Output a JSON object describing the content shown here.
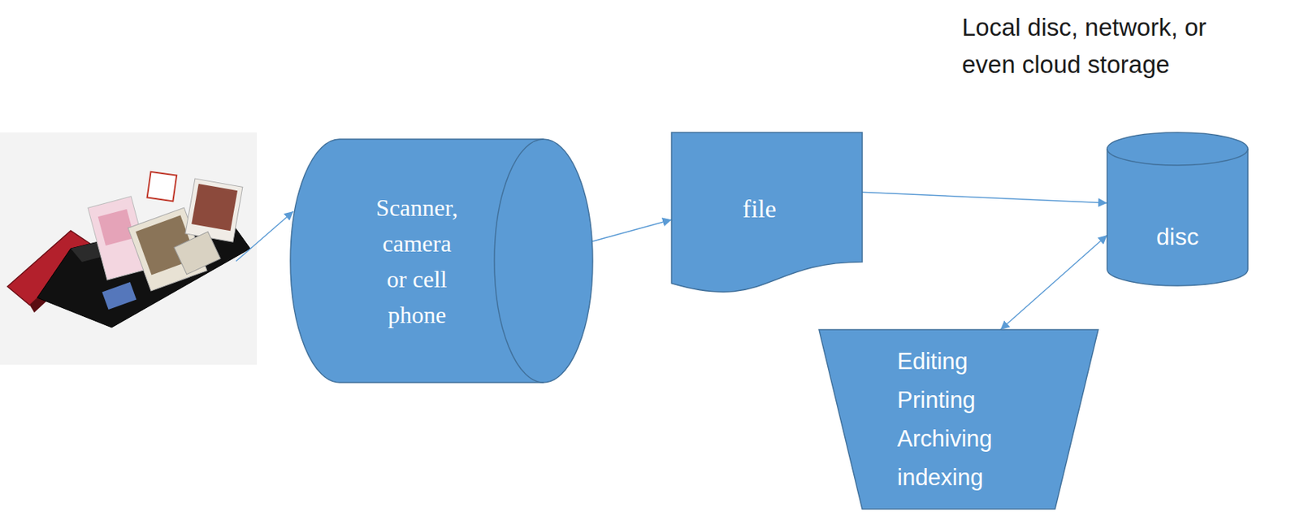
{
  "diagram": {
    "nodes": [
      {
        "text": [
          "Scanner, camera or cell phone"
        ]
      },
      {
        "text": [
          "file"
        ]
      },
      {
        "text": [
          "disc"
        ]
      },
      {
        "text": [
          "Editing Printing Archiving indexing"
        ]
      }
    ],
    "edges": [
      {
        "from": 0,
        "to": 1,
        "arrow": "to"
      },
      {
        "from": 1,
        "to": 2,
        "arrow": "to"
      },
      {
        "from": 3,
        "to": 2,
        "arrow": "both"
      }
    ],
    "labels": [
      "Local disc, network, or even cloud storage"
    ]
  }
}
